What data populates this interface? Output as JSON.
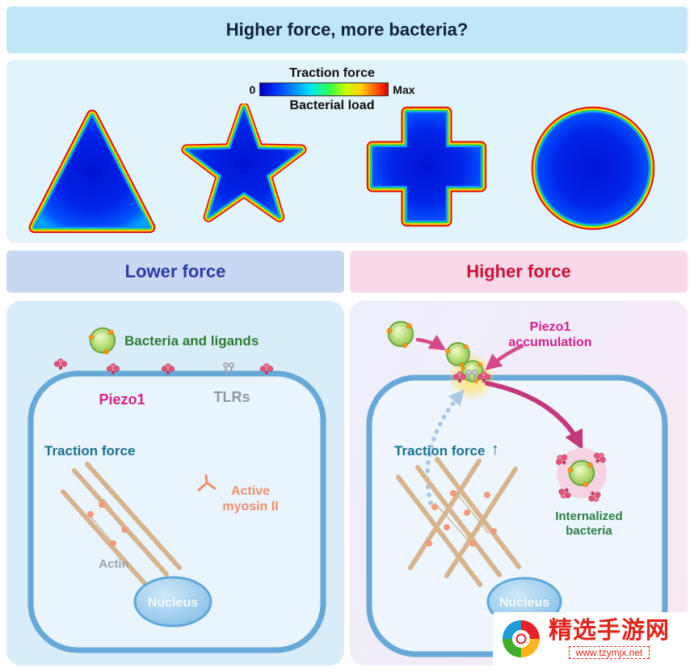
{
  "title": "Higher force, more bacteria?",
  "colorbar": {
    "title": "Traction force",
    "min": "0",
    "max": "Max",
    "subtitle": "Bacterial load"
  },
  "heatmap_shapes": [
    "triangle",
    "star",
    "cross",
    "circle"
  ],
  "headers": {
    "left": "Lower force",
    "right": "Higher force"
  },
  "left_panel": {
    "bacteria_label": "Bacteria and ligands",
    "piezo1": "Piezo1",
    "tlrs": "TLRs",
    "traction": "Traction force",
    "myosin_line1": "Active",
    "myosin_line2": "myosin II",
    "actin": "Actin",
    "nucleus": "Nucleus"
  },
  "right_panel": {
    "piezo1_line1": "Piezo1",
    "piezo1_line2": "accumulation",
    "traction": "Traction force",
    "traction_arrow": "↑",
    "internalized_line1": "Internalized",
    "internalized_line2": "bacteria",
    "nucleus": "Nucleus"
  },
  "watermark": {
    "name": "精选手游网",
    "url": "www.tzymjx.net"
  },
  "colors": {
    "title_bar_bg": "#bfe7f7",
    "heatmap_panel_bg": "#e1f3fb",
    "lower_header_bg": "#c9d8f2",
    "lower_header_text": "#2c3ba6",
    "higher_header_bg": "#f9d8e9",
    "higher_header_text": "#cc1236",
    "piezo1_magenta": "#d6218f",
    "traction_teal": "#17718f",
    "bacteria_green": "#2f7d32",
    "internalized_green": "#2e7d46",
    "myosin_salmon": "#ef8f70",
    "membrane_blue": "#66a8d8",
    "watermark_red": "#e2231a"
  }
}
